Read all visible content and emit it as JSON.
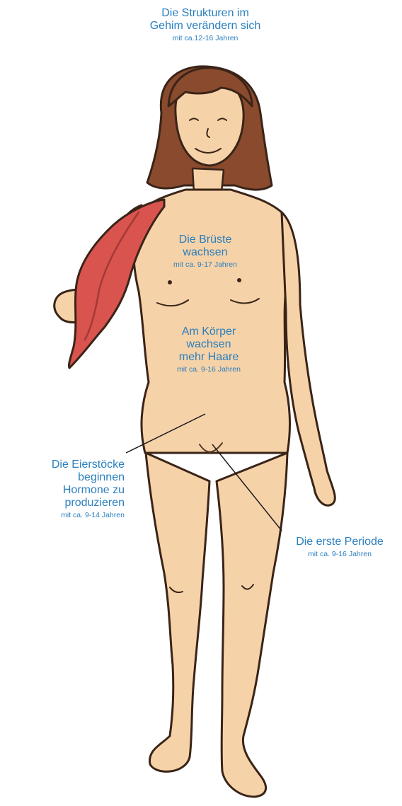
{
  "labels": {
    "brain": {
      "lines": [
        "Die Strukturen im",
        "Gehim verändern sich"
      ],
      "age": "mit ca.12-16 Jahren"
    },
    "breasts": {
      "lines": [
        "Die Brüste",
        "wachsen"
      ],
      "age": "mit ca. 9-17 Jahren"
    },
    "hair": {
      "lines": [
        "Am Körper",
        "wachsen",
        "mehr Haare"
      ],
      "age": "mit ca. 9-16 Jahren"
    },
    "ovaries": {
      "lines": [
        "Die Eierstöcke",
        "beginnen",
        "Hormone zu",
        "produzieren"
      ],
      "age": "mit ca. 9-14 Jahren"
    },
    "period": {
      "lines": [
        "Die erste Periode"
      ],
      "age": "mit ca. 9-16 Jahren"
    }
  },
  "colors": {
    "label_text": "#2a7fbf",
    "skin": "#f6d2a8",
    "skin_shade": "#e9b98a",
    "outline": "#3a2418",
    "hair": "#8a4a2e",
    "towel": "#d9534f",
    "towel_dark": "#a33a36"
  }
}
